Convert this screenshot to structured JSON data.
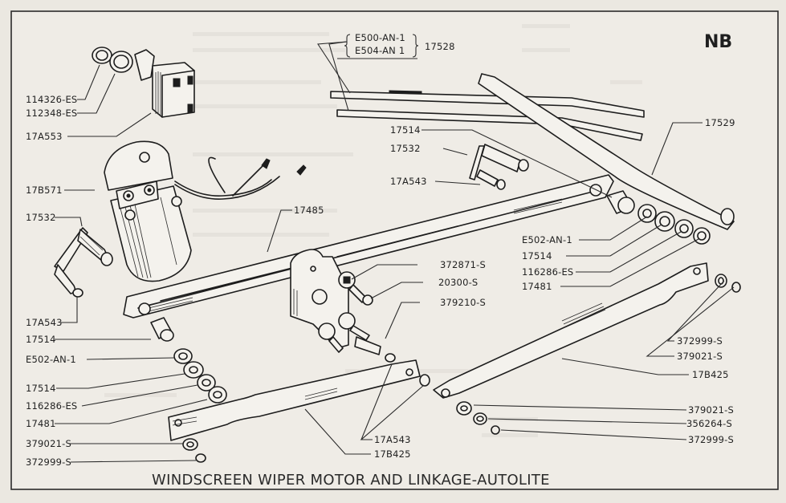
{
  "diagram": {
    "section_code": "NB",
    "title": "WINDSCREEN WIPER MOTOR AND LINKAGE-AUTOLITE",
    "colors": {
      "paper": "#ebe8e1",
      "ink": "#1d1d1d"
    },
    "labels": {
      "switch_bezel": "114326-ES",
      "switch_nut": "112348-ES",
      "switch": "17A553",
      "motor": "17B571",
      "pivot_left": "17532",
      "pivot_left_bush": "17A543",
      "bush_left": "17514",
      "washer_left": "E502-AN-1",
      "bush_left_2": "17514",
      "washer_left_2": "116286-ES",
      "nut_left": "17481",
      "washer_a_left": "379021-S",
      "clip_left": "372999-S",
      "blade_1": "E500-AN-1",
      "blade_2": "E504-AN 1",
      "blade_assy": "17528",
      "arm": "17529",
      "bush_right_top": "17514",
      "pivot_right": "17532",
      "pivot_right_bush": "17A543",
      "link_main": "17485",
      "lockwasher": "372871-S",
      "bolt": "20300-S",
      "washer_bracket": "379210-S",
      "washer_right": "E502-AN-1",
      "bush_right": "17514",
      "washer_right_2": "116286-ES",
      "nut_right": "17481",
      "clip_right_top": "372999-S",
      "washer_right_top": "379021-S",
      "link_right": "17B425",
      "washer_right_bot": "379021-S",
      "washer_right_bot_2": "356264-S",
      "clip_right_bot": "372999-S",
      "bush_center": "17A543",
      "link_left": "17B425"
    }
  }
}
